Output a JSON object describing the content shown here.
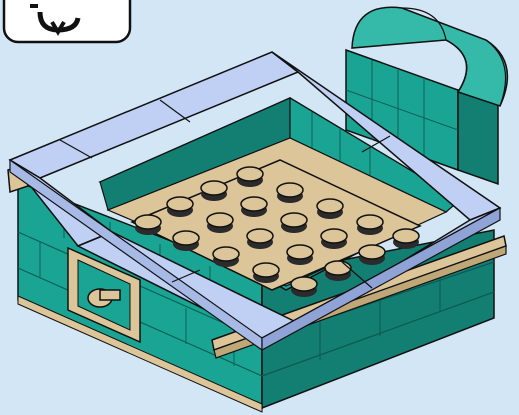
{
  "colors": {
    "background": "#d2e6f6",
    "outline": "#111111",
    "brick_teal": "#19a494",
    "brick_teal_light": "#35b9a9",
    "brick_teal_dark": "#137f73",
    "tan": "#dcc598",
    "tan_dark": "#bfa778",
    "rim_blue": "#bfd0f4",
    "rim_blue_dark": "#a7bae6",
    "stud_cap": "#2b2b2b"
  },
  "icons": {
    "rotate": "rotate-icon"
  },
  "scene": {
    "subject": "lego-box-build-step",
    "stud_rows": 4,
    "stud_cols": 5
  }
}
